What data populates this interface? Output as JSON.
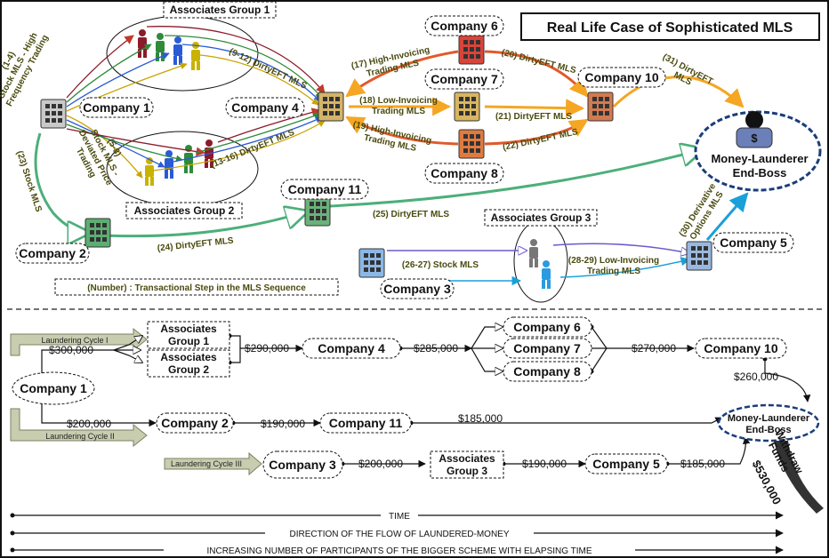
{
  "title": "Real Life Case of Sophisticated MLS",
  "legend_note": "(Number) : Transactional Step in the MLS Sequence",
  "top": {
    "group1": "Associates Group 1",
    "group2": "Associates Group 2",
    "group3": "Associates Group 3",
    "company1": "Company 1",
    "company2": "Company 2",
    "company3": "Company 3",
    "company4": "Company 4",
    "company5": "Company 5",
    "company6": "Company 6",
    "company7": "Company 7",
    "company8": "Company 8",
    "company10": "Company 10",
    "company11": "Company 11",
    "boss_l1": "Money-Launderer",
    "boss_l2": "End-Boss",
    "steps": {
      "s1_4_l1": "(1-4)",
      "s1_4_l2": "Stock MLS - High",
      "s1_4_l3": "Frequency Trading",
      "s5_8_l1": "(5-8)",
      "s5_8_l2": "Stock MLS -",
      "s5_8_l3": "Deviated Price",
      "s5_8_l4": "Trading",
      "s9_12": "(9-12) DirtyEFT MLS",
      "s13_16": "(13-16) DirtyEFT MLS",
      "s17_l1": "(17) High-Invoicing",
      "s17_l2": "Trading MLS",
      "s18_l1": "(18) Low-Invoicing",
      "s18_l2": "Trading MLS",
      "s19_l1": "(19) High-Invoicing",
      "s19_l2": "Trading MLS",
      "s20": "(20) DirtyEFT MLS",
      "s21": "(21) DirtyEFT MLS",
      "s22": "(22) DirtyEFT MLS",
      "s23": "(23) Stock MLS",
      "s24": "(24) DirtyEFT MLS",
      "s25": "(25) DirtyEFT MLS",
      "s26_27": "(26-27) Stock MLS",
      "s28_l1": "(28-29) Low-Invoicing",
      "s28_l2": "Trading MLS",
      "s30_l1": "(30) Derivative",
      "s30_l2": "Options MLS",
      "s31_l1": "(31) DirtyEFT",
      "s31_l2": "MLS"
    }
  },
  "bottom": {
    "cycle1": "Laundering Cycle I",
    "cycle2": "Laundering Cycle II",
    "cycle3": "Laundering Cycle III",
    "company1": "Company 1",
    "company2": "Company 2",
    "company3": "Company 3",
    "company4": "Company 4",
    "company5": "Company 5",
    "company6": "Company 6",
    "company7": "Company 7",
    "company8": "Company 8",
    "company10": "Company 10",
    "company11": "Company 11",
    "group1_l1": "Associates",
    "group1_l2": "Group 1",
    "group2_l1": "Associates",
    "group2_l2": "Group 2",
    "group3_l1": "Associates",
    "group3_l2": "Group 3",
    "boss_l1": "Money-Launderer",
    "boss_l2": "End-Boss",
    "withdraw_l1": "Withdraw",
    "withdraw_l2": "Funds",
    "withdraw_amount": "$530,000",
    "amounts": {
      "a300": "$300,000",
      "a290": "$290,000",
      "a285": "$285,000",
      "a270": "$270,000",
      "a260": "$260,000",
      "a200a": "$200,000",
      "a190a": "$190,000",
      "a185a": "$185,000",
      "a200b": "$200,000",
      "a190b": "$190,000",
      "a185b": "$185,000"
    },
    "axis_time": "TIME",
    "axis_flow": "DIRECTION OF THE FLOW OF LAUNDERED-MONEY",
    "axis_participants": "INCREASING NUMBER OF PARTICIPANTS OF THE BIGGER SCHEME WITH ELAPSING TIME"
  }
}
